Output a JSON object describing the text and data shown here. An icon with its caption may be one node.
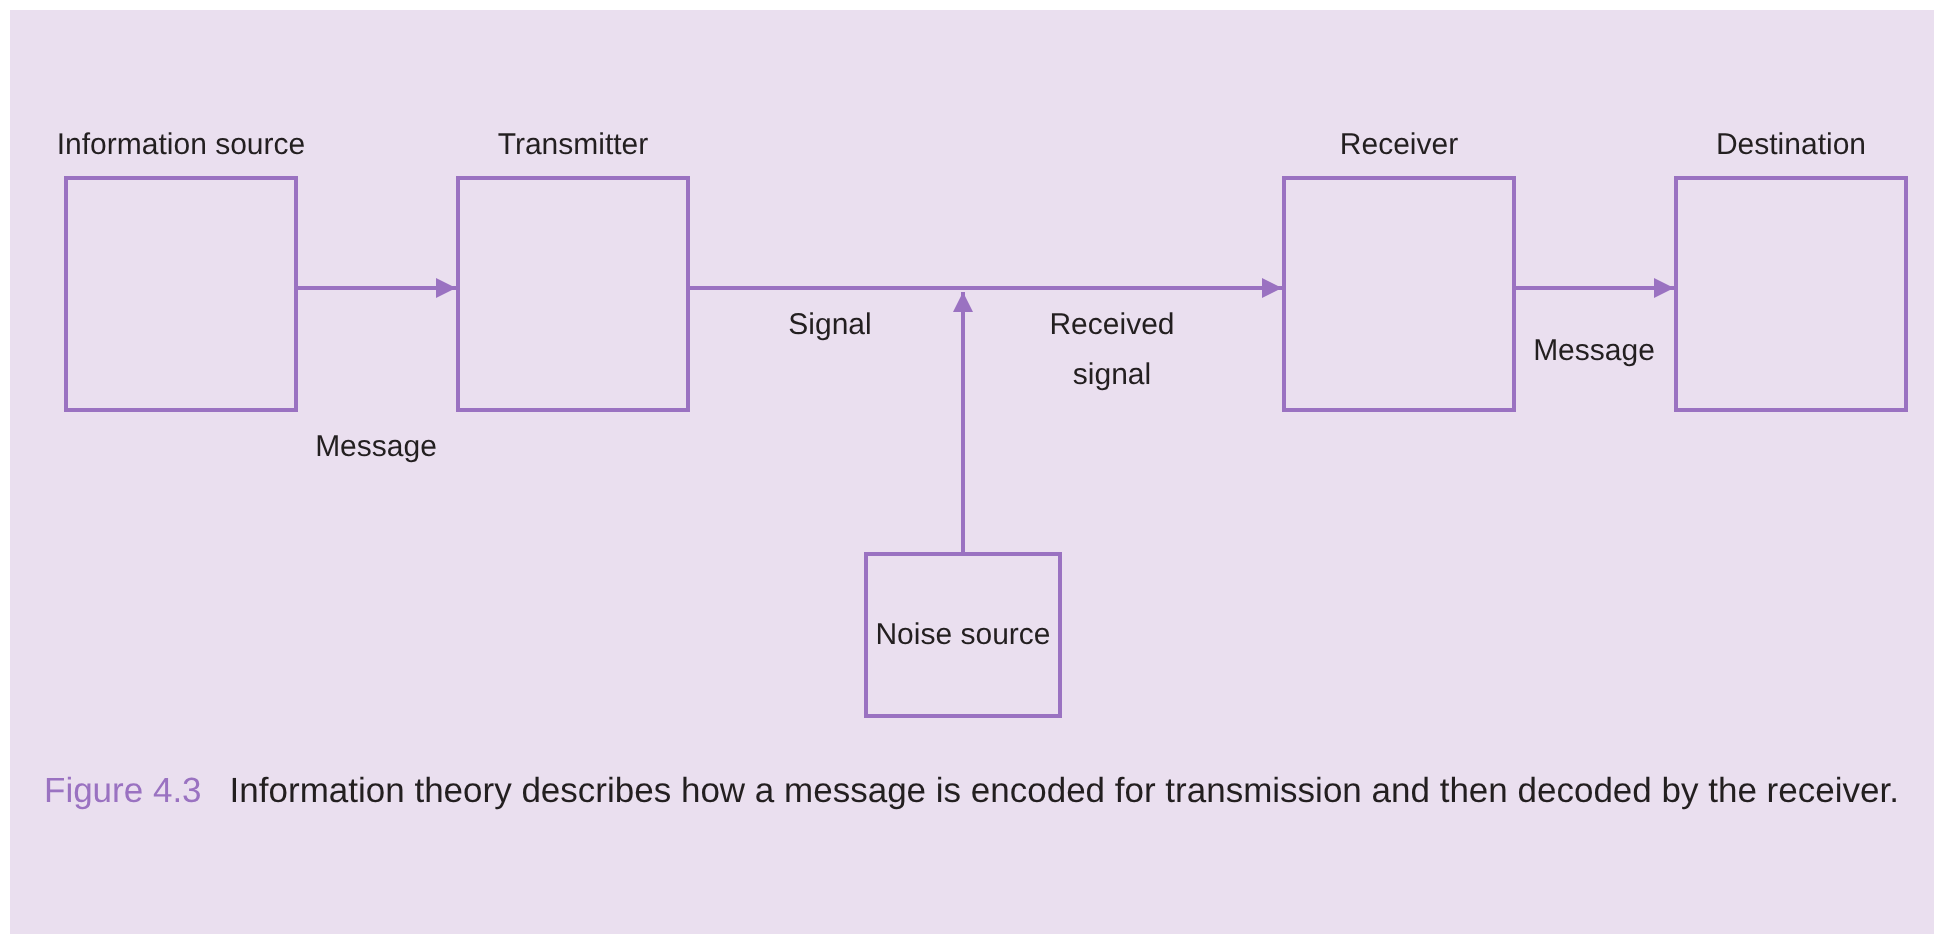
{
  "diagram": {
    "caption": "Information theory describes how a message is encoded for transmission and then decoded by the receiver.",
    "nodes": [
      {
        "text": [
          "Information source"
        ]
      },
      {
        "text": [
          "Transmitter"
        ]
      },
      {
        "text": [
          "Receiver"
        ]
      },
      {
        "text": [
          "Destination"
        ]
      },
      {
        "text": [
          "Noise source"
        ]
      }
    ],
    "edges": [
      {
        "from": 0,
        "to": 1,
        "arrow": "to",
        "label": "Message"
      },
      {
        "from": 1,
        "to": 2,
        "arrow": "to"
      },
      {
        "from": 4,
        "to": null,
        "arrow": "to"
      },
      {
        "from": 2,
        "to": 3,
        "arrow": "to",
        "label": "Message"
      }
    ],
    "labels": [
      "Signal",
      "Received signal",
      "Figure 4.3"
    ]
  }
}
